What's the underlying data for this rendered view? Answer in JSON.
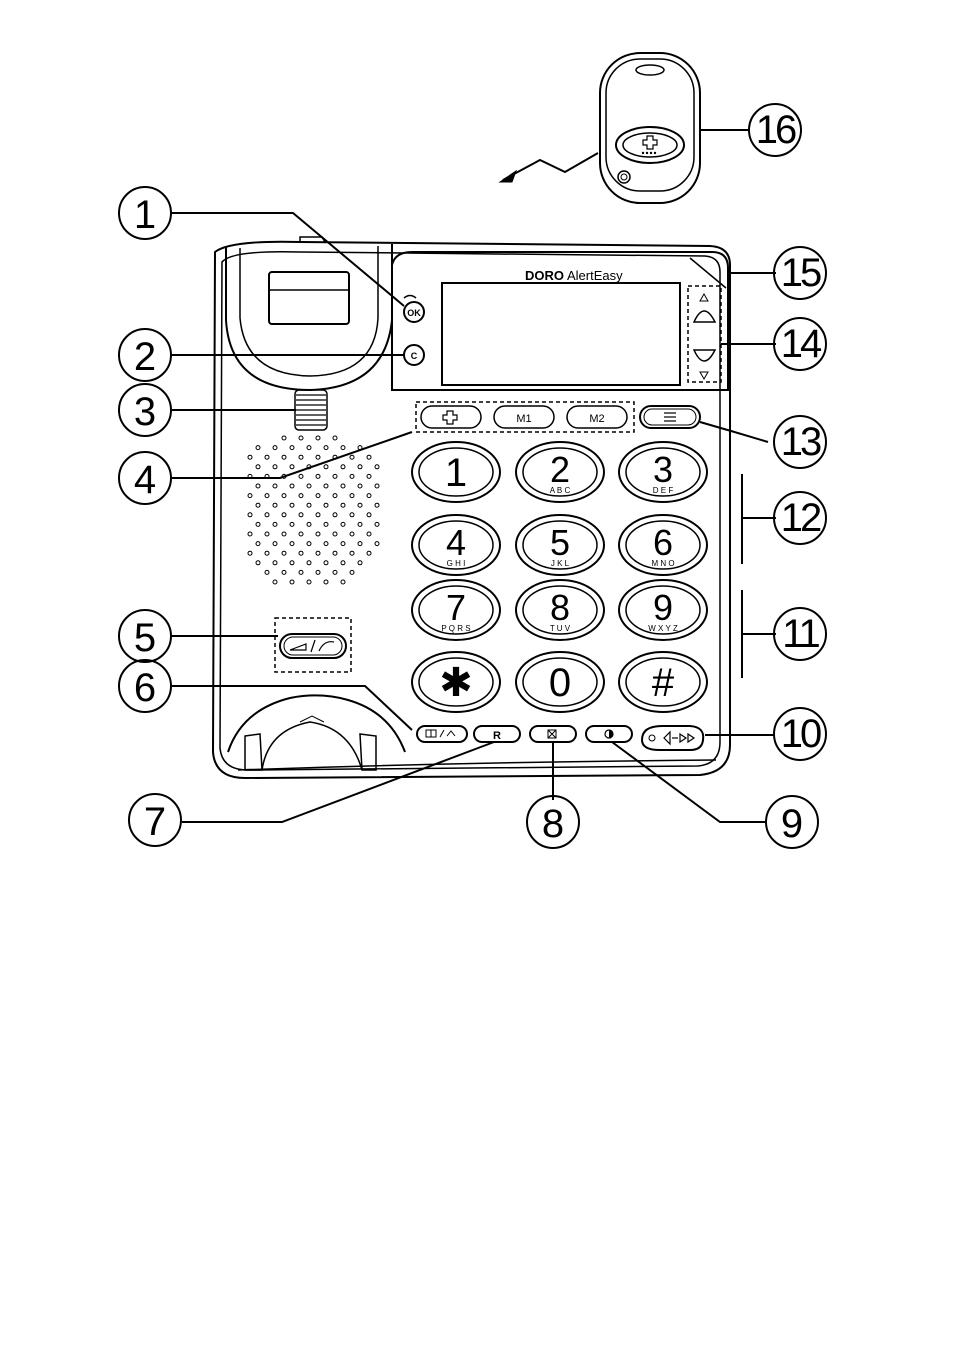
{
  "brand": {
    "logo": "DORO",
    "model": "AlertEasy"
  },
  "buttons": {
    "ok": "OK",
    "c": "C",
    "m1": "M1",
    "m2": "M2",
    "r": "R"
  },
  "keypad": [
    {
      "digit": "1",
      "letters": ""
    },
    {
      "digit": "2",
      "letters": "A B C"
    },
    {
      "digit": "3",
      "letters": "D E F"
    },
    {
      "digit": "4",
      "letters": "G H I"
    },
    {
      "digit": "5",
      "letters": "J K L"
    },
    {
      "digit": "6",
      "letters": "M N O"
    },
    {
      "digit": "7",
      "letters": "P Q R S"
    },
    {
      "digit": "8",
      "letters": "T U V"
    },
    {
      "digit": "9",
      "letters": "W X Y Z"
    },
    {
      "digit": "✱",
      "letters": ""
    },
    {
      "digit": "0",
      "letters": ""
    },
    {
      "digit": "#",
      "letters": ""
    }
  ],
  "callouts": [
    "1",
    "2",
    "3",
    "4",
    "5",
    "6",
    "7",
    "8",
    "9",
    "10",
    "11",
    "12",
    "13",
    "14",
    "15",
    "16"
  ],
  "colors": {
    "line": "#000000",
    "background": "#ffffff"
  }
}
